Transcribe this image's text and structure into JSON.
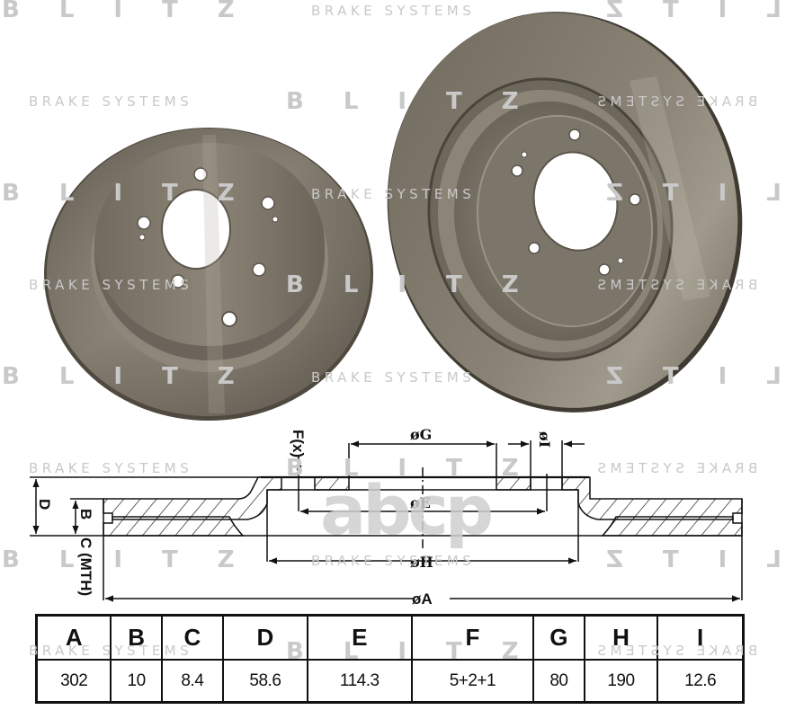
{
  "watermark": {
    "brand": "BLITZ",
    "tagline": "BRAKE SYSTEMS",
    "logo_text": "abcp",
    "color": "#c9c9c9"
  },
  "photos": {
    "left_disc": {
      "label": "brake-disc-front-view"
    },
    "right_disc": {
      "label": "brake-disc-rear-view"
    },
    "metal_color": "#7a7266"
  },
  "diagram": {
    "labels": {
      "G": "øG",
      "I": "øI",
      "E": "øE",
      "H": "øH",
      "A": "øA",
      "F": "F(x)",
      "D": "D",
      "B": "B",
      "C": "C (MTH)"
    }
  },
  "spec_table": {
    "headers": [
      "A",
      "B",
      "C",
      "D",
      "E",
      "F",
      "G",
      "H",
      "I"
    ],
    "values": [
      "302",
      "10",
      "8.4",
      "58.6",
      "114.3",
      "5+2+1",
      "80",
      "190",
      "12.6"
    ]
  }
}
